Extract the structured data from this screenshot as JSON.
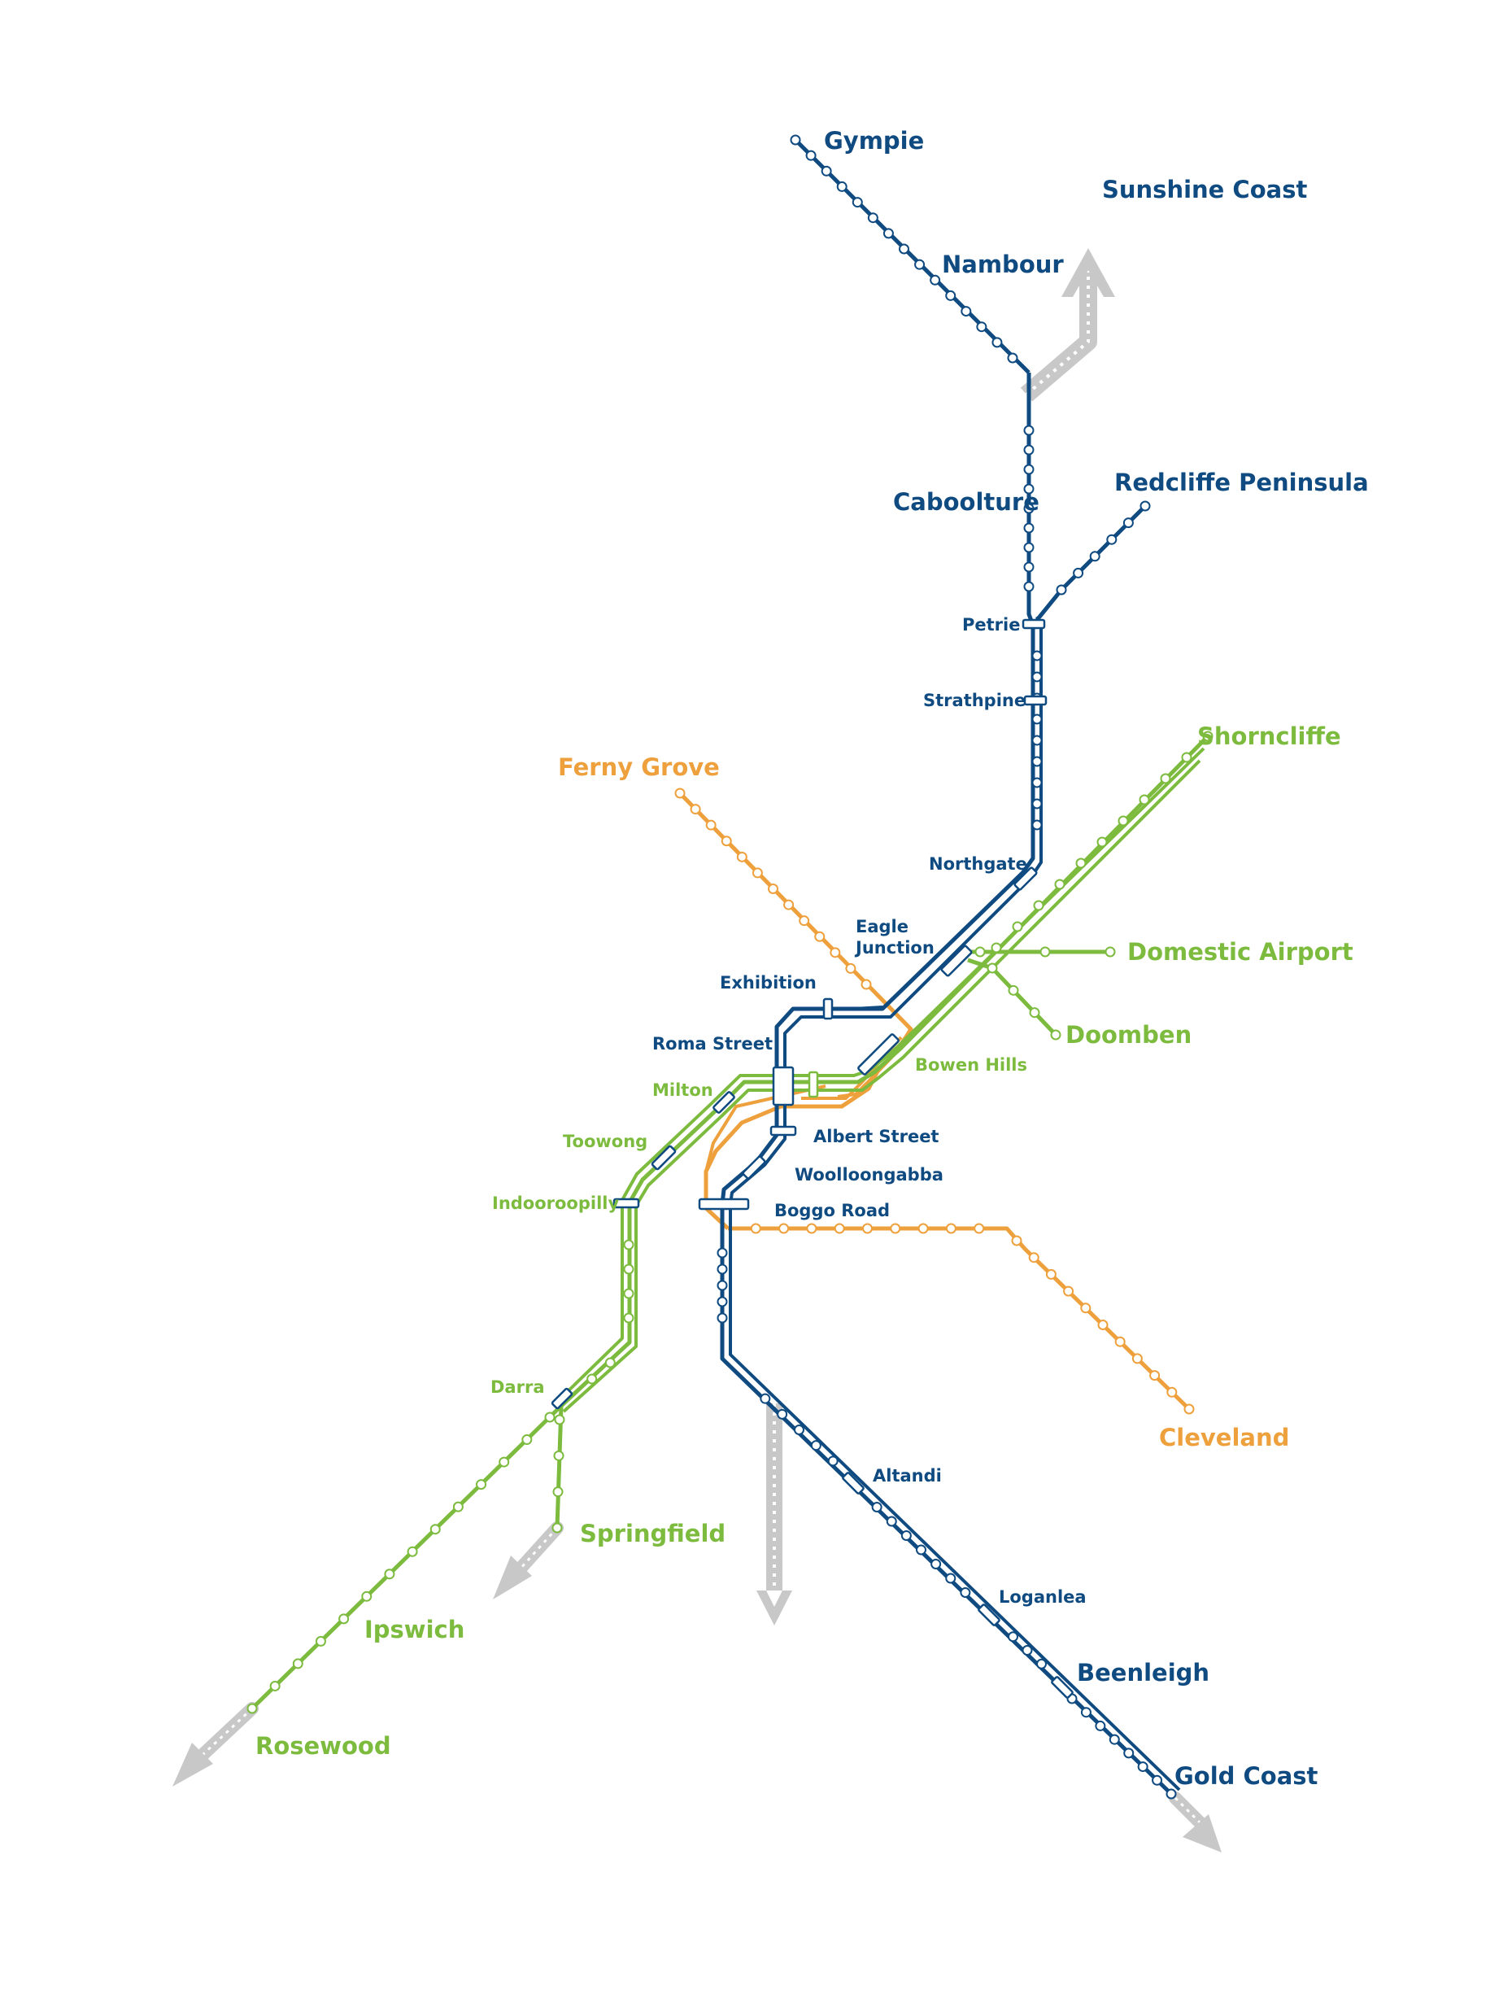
{
  "colors": {
    "blue": "#0f4a80",
    "green": "#7cbb3e",
    "orange": "#eea03c",
    "arrow": "#c8c8c8",
    "station_fill": "#ffffff"
  },
  "labels": {
    "gympie": "Gympie",
    "sunshine_coast": "Sunshine Coast",
    "nambour": "Nambour",
    "caboolture": "Caboolture",
    "redcliffe": "Redcliffe Peninsula",
    "petrie": "Petrie",
    "strathpine": "Strathpine",
    "shorncliffe": "Shorncliffe",
    "ferny_grove": "Ferny Grove",
    "northgate": "Northgate",
    "eagle_junction_1": "Eagle",
    "eagle_junction_2": "Junction",
    "domestic_airport": "Domestic Airport",
    "exhibition": "Exhibition",
    "doomben": "Doomben",
    "roma_street": "Roma Street",
    "bowen_hills": "Bowen Hills",
    "milton": "Milton",
    "albert_street": "Albert Street",
    "toowong": "Toowong",
    "woolloongabba": "Woolloongabba",
    "indooroopilly": "Indooroopilly",
    "boggo_road": "Boggo Road",
    "darra": "Darra",
    "cleveland": "Cleveland",
    "altandi": "Altandi",
    "springfield": "Springfield",
    "loganlea": "Loganlea",
    "ipswich": "Ipswich",
    "beenleigh": "Beenleigh",
    "rosewood": "Rosewood",
    "gold_coast": "Gold Coast"
  },
  "arrows": [
    {
      "name": "sunshine-coast-arrow-icon",
      "direction": "north"
    },
    {
      "name": "springfield-arrow-icon",
      "direction": "south-west"
    },
    {
      "name": "rosewood-arrow-icon",
      "direction": "south-west"
    },
    {
      "name": "southbound-arrow-icon",
      "direction": "south"
    },
    {
      "name": "gold-coast-arrow-icon",
      "direction": "south-east"
    }
  ]
}
